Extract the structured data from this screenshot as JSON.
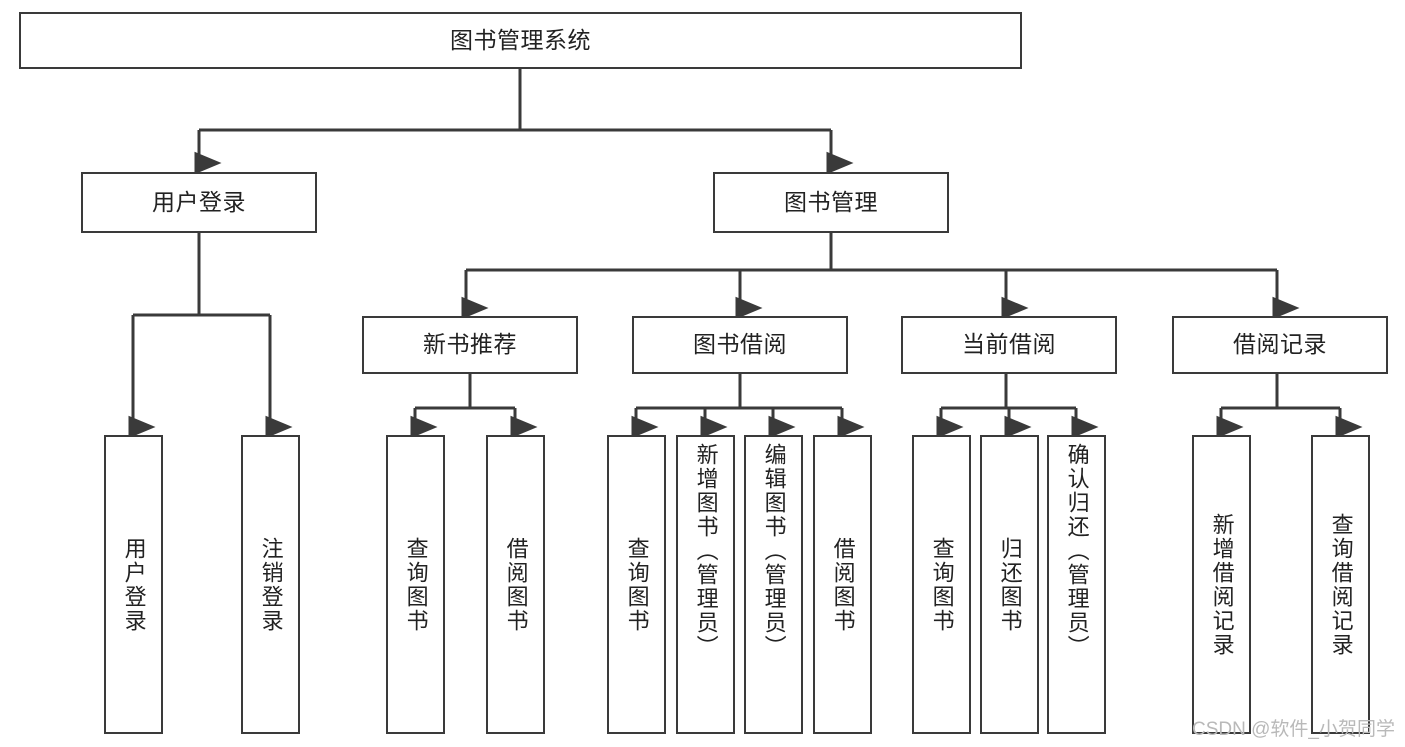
{
  "diagram": {
    "type": "tree-flowchart",
    "title": "图书管理系统",
    "watermark": "CSDN @软件_小贺同学",
    "colors": {
      "box_border": "#3a3a3a",
      "box_fill": "#ffffff",
      "edge": "#3a3a3a",
      "text": "#222222",
      "watermark": "#b9b9b9"
    },
    "nodes": {
      "root": {
        "label": "图书管理系统"
      },
      "level2": [
        {
          "id": "user-login",
          "label": "用户登录"
        },
        {
          "id": "book-management",
          "label": "图书管理"
        }
      ],
      "level3": [
        {
          "id": "new-book-recommend",
          "label": "新书推荐"
        },
        {
          "id": "book-borrow",
          "label": "图书借阅"
        },
        {
          "id": "current-borrow",
          "label": "当前借阅"
        },
        {
          "id": "borrow-record",
          "label": "借阅记录"
        }
      ],
      "leaves": {
        "user-login": [
          {
            "id": "leaf-user-login",
            "label": "用户登录"
          },
          {
            "id": "leaf-logout",
            "label": "注销登录"
          }
        ],
        "new-book-recommend": [
          {
            "id": "leaf-query-book-1",
            "label": "查询图书"
          },
          {
            "id": "leaf-borrow-book-1",
            "label": "借阅图书"
          }
        ],
        "book-borrow": [
          {
            "id": "leaf-query-book-2",
            "label": "查询图书"
          },
          {
            "id": "leaf-add-book",
            "label": "新增图书（管理员）"
          },
          {
            "id": "leaf-edit-book",
            "label": "编辑图书（管理员）"
          },
          {
            "id": "leaf-borrow-book-2",
            "label": "借阅图书"
          }
        ],
        "current-borrow": [
          {
            "id": "leaf-query-book-3",
            "label": "查询图书"
          },
          {
            "id": "leaf-return-book",
            "label": "归还图书"
          },
          {
            "id": "leaf-confirm-return",
            "label": "确认归还（管理员）"
          }
        ],
        "borrow-record": [
          {
            "id": "leaf-add-record",
            "label": "新增借阅记录"
          },
          {
            "id": "leaf-query-record",
            "label": "查询借阅记录"
          }
        ]
      }
    }
  }
}
